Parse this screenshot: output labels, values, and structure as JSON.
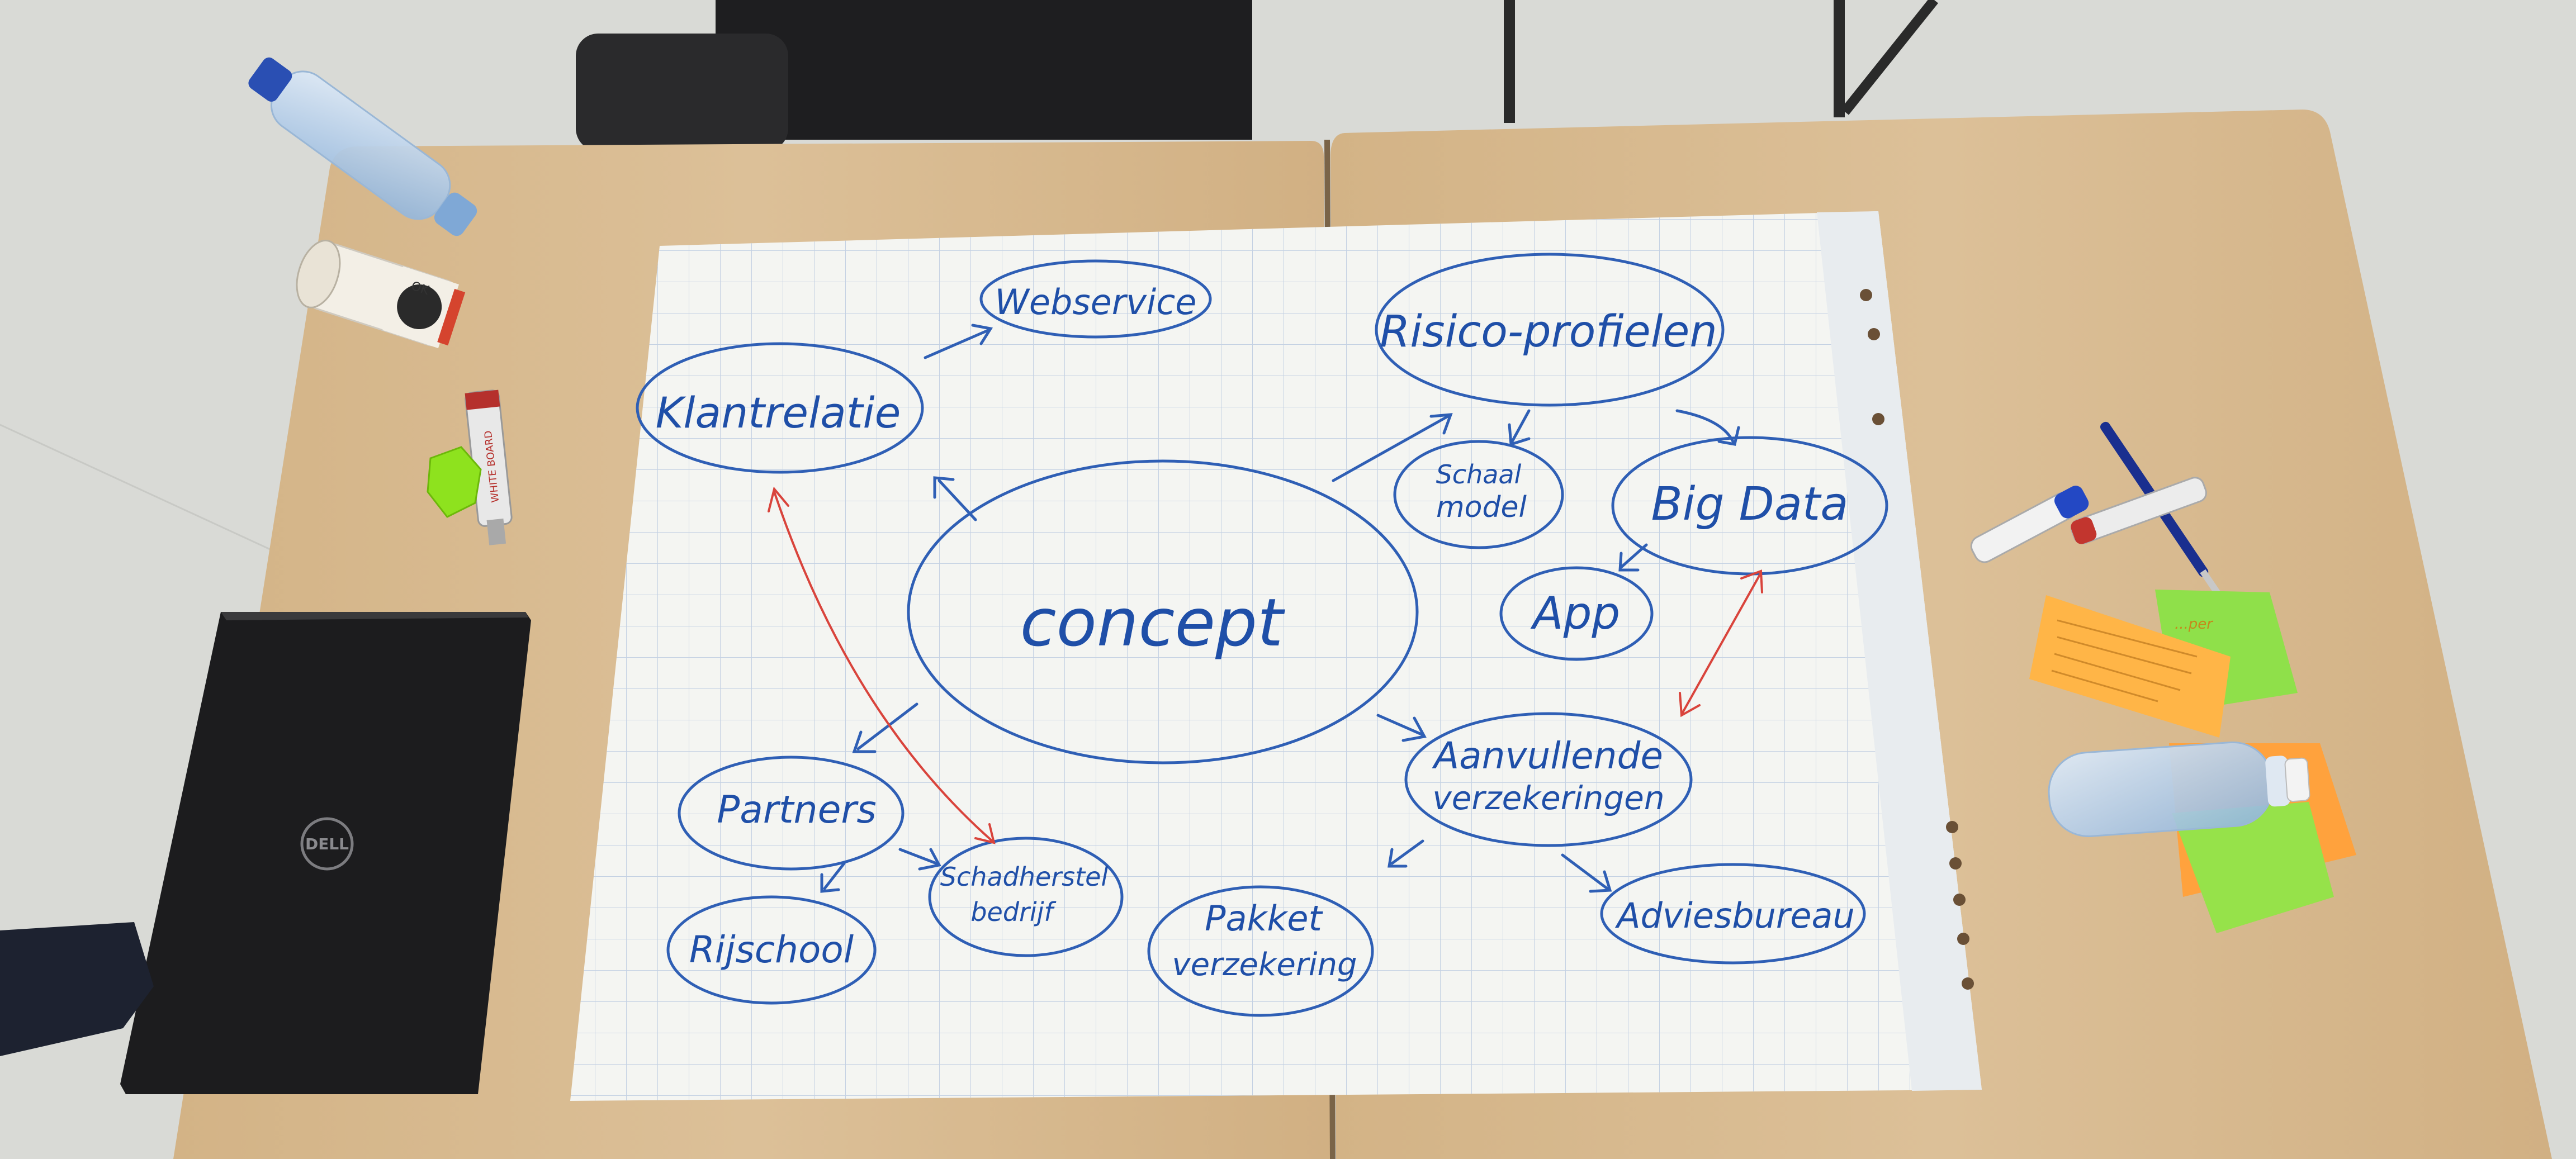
{
  "mindmap": {
    "center": "concept",
    "nodes": {
      "webservice": "Webservice",
      "klantrelatie": "Klantrelatie",
      "risico": "Risico-profielen",
      "schaal": [
        "Schaal",
        "model"
      ],
      "bigdata": "Big Data",
      "app": "App",
      "aanvullende": [
        "Aanvullende",
        "verzekeringen"
      ],
      "partners": "Partners",
      "schadherstel": [
        "Schadherstel",
        "bedrijf"
      ],
      "rijschool": "Rijschool",
      "pakket": [
        "Pakket",
        "verzekering"
      ],
      "adviesbureau": "Adviesbureau"
    }
  },
  "props": {
    "marker_label": "WHITE BOARD",
    "laptop_logo": "DELL",
    "cup_text": "OK",
    "sticky_note_text": "...per"
  },
  "colors": {
    "ink_blue": "#2f5fb5",
    "ink_red": "#d9443c",
    "paper": "#f4f5f2",
    "grid": "#b9c9e0",
    "table": "#d6b88e",
    "floor": "#d9dad6",
    "laptop": "#1c1c1e",
    "note_orange": "#ffb547",
    "note_green": "#9fe34f"
  }
}
